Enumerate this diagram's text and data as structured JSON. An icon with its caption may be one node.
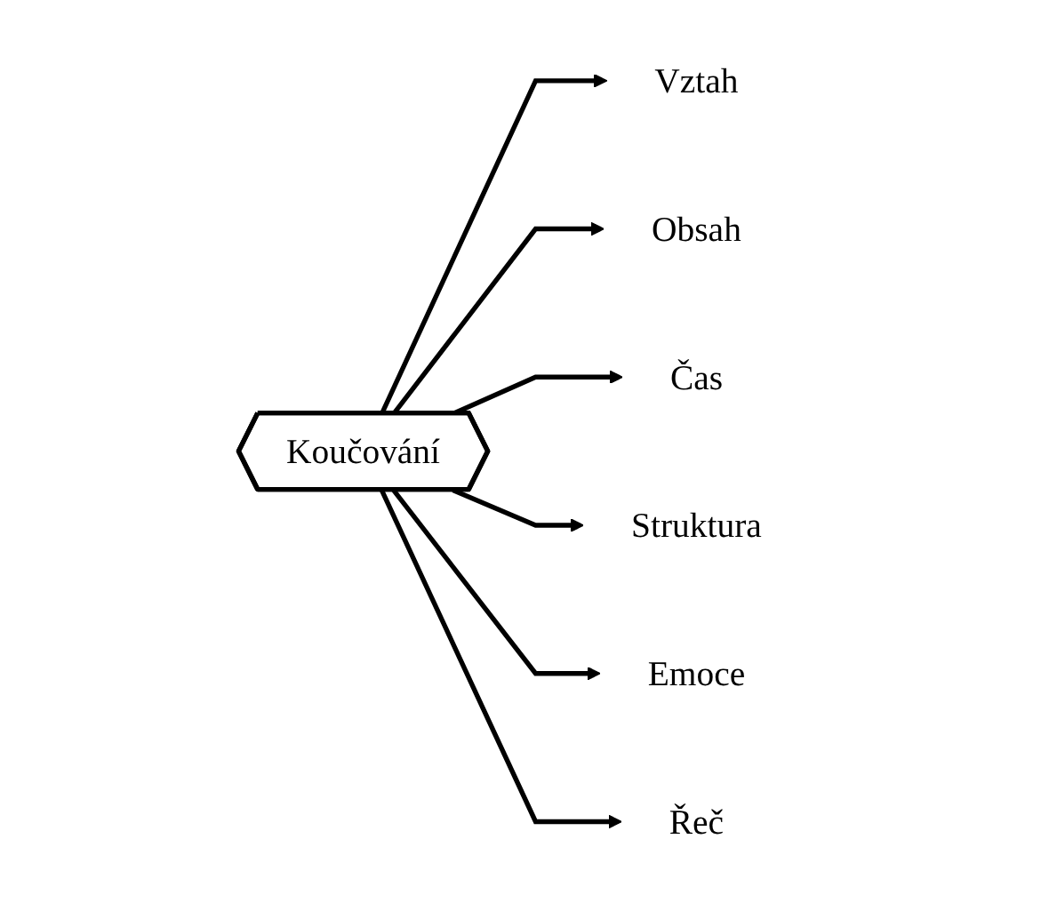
{
  "diagram": {
    "nodes": [
      {
        "text": [
          "Vztah"
        ]
      },
      {
        "text": [
          "Obsah"
        ]
      },
      {
        "text": [
          "Čas"
        ]
      },
      {
        "text": [
          "Koučování"
        ]
      },
      {
        "text": [
          "Struktura"
        ]
      },
      {
        "text": [
          "Emoce"
        ]
      },
      {
        "text": [
          "Řeč"
        ]
      }
    ],
    "edges": [
      {
        "from": 3,
        "to": 0,
        "arrow": "to"
      },
      {
        "from": 3,
        "to": 1,
        "arrow": "to"
      },
      {
        "from": 3,
        "to": 2,
        "arrow": "to"
      },
      {
        "from": 3,
        "to": 4,
        "arrow": "to"
      },
      {
        "from": 3,
        "to": 5,
        "arrow": "to"
      },
      {
        "from": 3,
        "to": 6,
        "arrow": "to"
      }
    ]
  }
}
